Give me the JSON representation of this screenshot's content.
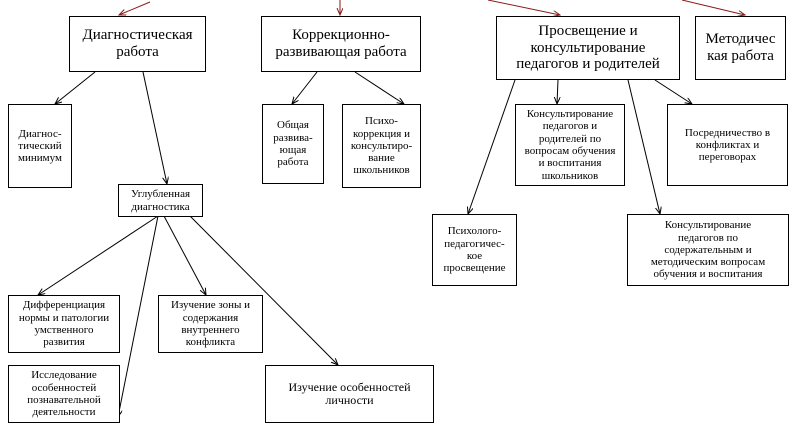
{
  "diagram": {
    "nodes": {
      "diag": "Диагностическая\nработа",
      "korr": "Коррекционно-\nразвивающая работа",
      "prosv": "Просвещение и\nконсультирование\nпедагогов и родителей",
      "metod": "Методичес\nкая работа",
      "diag_min": "Диагнос-\nтический\nминимум",
      "uglub": "Углубленная\nдиагностика",
      "obsch": "Общая\nразвива-\nющая\nработа",
      "psiho_korr": "Психо-\nкоррекция и\nконсультиро-\nвание\nшкольников",
      "kons_ped_rod": "Консультирование\nпедагогов и\nродителей по\nвопросам обучения\nи воспитания\nшкольников",
      "posred": "Посредничество в\nконфликтах и\nпереговорах",
      "psiho_ped": "Психолого-\nпедагогичес-\nкое\nпросвещение",
      "kons_ped": "Консультирование\nпедагогов по\nсодержательным и\nметодическим вопросам\nобучения и воспитания",
      "diff": "Дифференциация\nнормы и патологии\nумственного\nразвития",
      "zona": "Изучение зоны и\nсодержания\nвнутреннего\nконфликта",
      "issled": "Исследование\nособенностей\nпознавательной\nдеятельности",
      "lichn": "Изучение особенностей\nличности"
    },
    "colors": {
      "line": "#000000",
      "top_arrow": "#8b1a1a",
      "box_border": "#000000"
    }
  }
}
